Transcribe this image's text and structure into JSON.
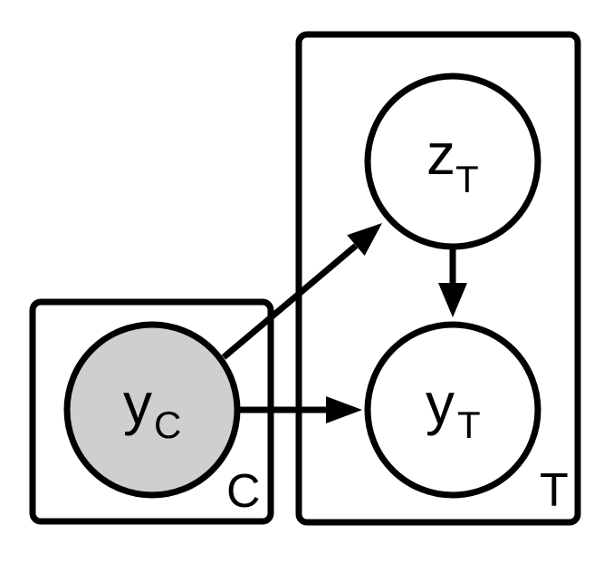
{
  "figure": {
    "type": "plate-diagram",
    "background_color": "#ffffff",
    "line_color": "#000000",
    "shaded_node_fill": "#cfcfcf",
    "unshaded_node_fill": "#ffffff",
    "plates": [
      {
        "label": "C"
      },
      {
        "label": "T"
      }
    ],
    "nodes": [
      {
        "name": "y_C",
        "main": "y",
        "subscript": "C",
        "observed": true,
        "fill": "#cfcfcf",
        "plate": "C"
      },
      {
        "name": "z_T",
        "main": "z",
        "subscript": "T",
        "observed": false,
        "fill": "#ffffff",
        "plate": "T"
      },
      {
        "name": "y_T",
        "main": "y",
        "subscript": "T",
        "observed": false,
        "fill": "#ffffff",
        "plate": "T"
      }
    ],
    "edges": [
      {
        "from": "y_C",
        "to": "z_T"
      },
      {
        "from": "y_C",
        "to": "y_T"
      },
      {
        "from": "z_T",
        "to": "y_T"
      }
    ]
  }
}
